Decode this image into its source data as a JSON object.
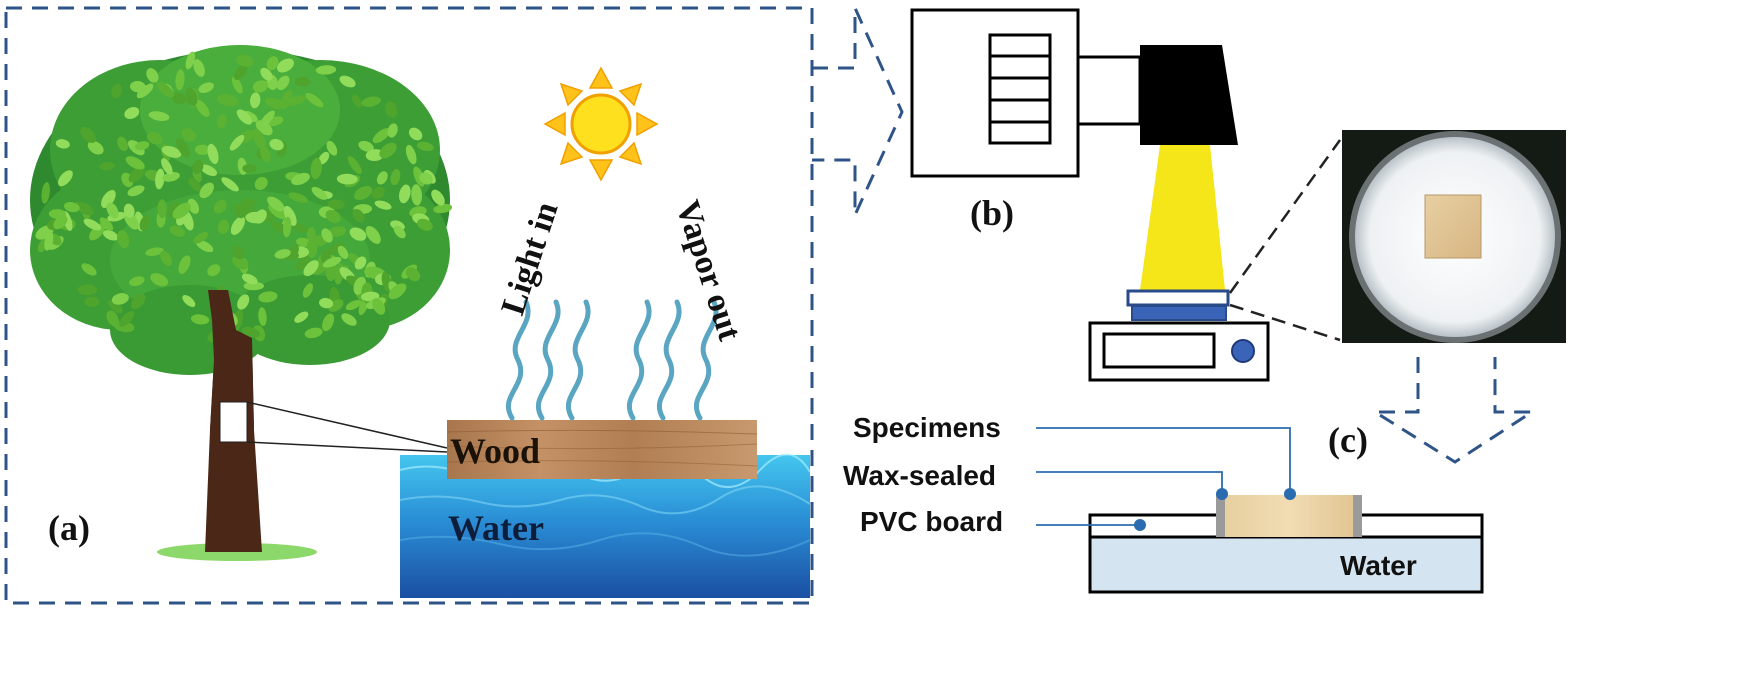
{
  "panel_a": {
    "label": "(a)",
    "light_label": "Light in",
    "vapor_label": "Vapor out",
    "wood_label": "Wood",
    "water_label": "Water"
  },
  "panel_b": {
    "label": "(b)"
  },
  "panel_c": {
    "label": "(c)",
    "specimens_label": "Specimens",
    "wax_label": "Wax-sealed",
    "pvc_label": "PVC board",
    "water_label": "Water"
  },
  "colors": {
    "dashed_frame": "#2f5488",
    "sun": "#ffd21f",
    "leaf": "#6cc23a",
    "trunk": "#4a2a18",
    "wood": "#b8865a",
    "water_surface": "#3fc2ec",
    "water_deep": "#1c5aa8",
    "vapor": "#5aa6c2",
    "light_beam": "#f5e61a",
    "pointer_line": "#2b6cb0"
  }
}
